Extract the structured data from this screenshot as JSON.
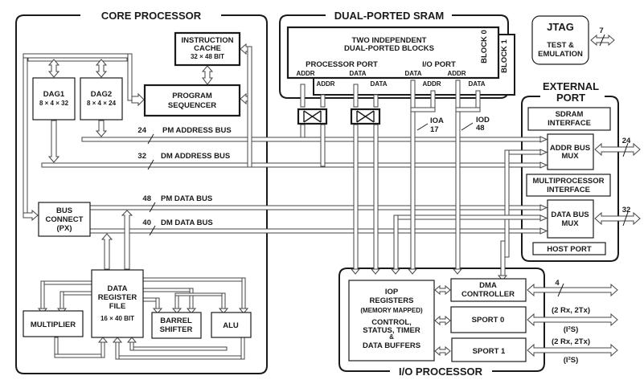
{
  "groups": {
    "core_processor": "CORE PROCESSOR",
    "dual_ported_sram": "DUAL-PORTED SRAM",
    "external_port_line1": "EXTERNAL",
    "external_port_line2": "PORT",
    "io_processor": "I/O PROCESSOR"
  },
  "blocks": {
    "instruction_cache": [
      "INSTRUCTION",
      "CACHE",
      "32 × 48 BIT"
    ],
    "dag1": [
      "DAG1",
      "8 × 4 × 32"
    ],
    "dag2": [
      "DAG2",
      "8 × 4 × 24"
    ],
    "program_sequencer": [
      "PROGRAM",
      "SEQUENCER"
    ],
    "bus_connect": [
      "BUS",
      "CONNECT",
      "(PX)"
    ],
    "data_register_file": [
      "DATA",
      "REGISTER",
      "FILE",
      "16 × 40 BIT"
    ],
    "multiplier": "MULTIPLIER",
    "barrel_shifter": [
      "BARREL",
      "SHIFTER"
    ],
    "alu": "ALU",
    "sram_blocks": [
      "TWO  INDEPENDENT",
      "DUAL-PORTED BLOCKS"
    ],
    "block0": "BLOCK 0",
    "block1": "BLOCK 1",
    "processor_port": "PROCESSOR PORT",
    "io_port": "I/O PORT",
    "port_labels": {
      "pp_addr_b0": "ADDR",
      "pp_data_b0": "DATA",
      "pp_addr_b1": "ADDR",
      "pp_data_b1": "DATA",
      "io_data_b0": "DATA",
      "io_addr_b0": "ADDR",
      "io_addr_b1": "ADDR",
      "io_data_b1": "DATA"
    },
    "jtag": [
      "JTAG",
      "TEST &",
      "EMULATION"
    ],
    "sdram_interface": [
      "SDRAM",
      "INTERFACE"
    ],
    "addr_bus_mux": [
      "ADDR BUS",
      "MUX"
    ],
    "multiprocessor_interface": [
      "MULTIPROCESSOR",
      "INTERFACE"
    ],
    "data_bus_mux": [
      "DATA BUS",
      "MUX"
    ],
    "host_port": "HOST PORT",
    "iop_registers": [
      "IOP",
      "REGISTERS",
      "(MEMORY MAPPED)",
      "CONTROL,",
      "STATUS, TIMER",
      "&",
      "DATA BUFFERS"
    ],
    "dma_controller": [
      "DMA",
      "CONTROLLER"
    ],
    "sport0": "SPORT 0",
    "sport1": "SPORT 1"
  },
  "buses": {
    "pm_address": {
      "label": "PM ADDRESS BUS",
      "width": "24"
    },
    "dm_address": {
      "label": "DM ADDRESS BUS",
      "width": "32"
    },
    "pm_data": {
      "label": "PM DATA BUS",
      "width": "48"
    },
    "dm_data": {
      "label": "DM DATA BUS",
      "width": "40"
    },
    "ioa": {
      "label": "IOA",
      "width": "17"
    },
    "iod": {
      "label": "IOD",
      "width": "48"
    },
    "jtag_pins": "7",
    "ext_addr": "24",
    "ext_data": "32",
    "dma_pins": "4",
    "sport0_ext": [
      "(2 Rx, 2Tx)",
      "(I²S)"
    ],
    "sport1_ext": [
      "(2 Rx, 2Tx)",
      "(I²S)"
    ]
  }
}
